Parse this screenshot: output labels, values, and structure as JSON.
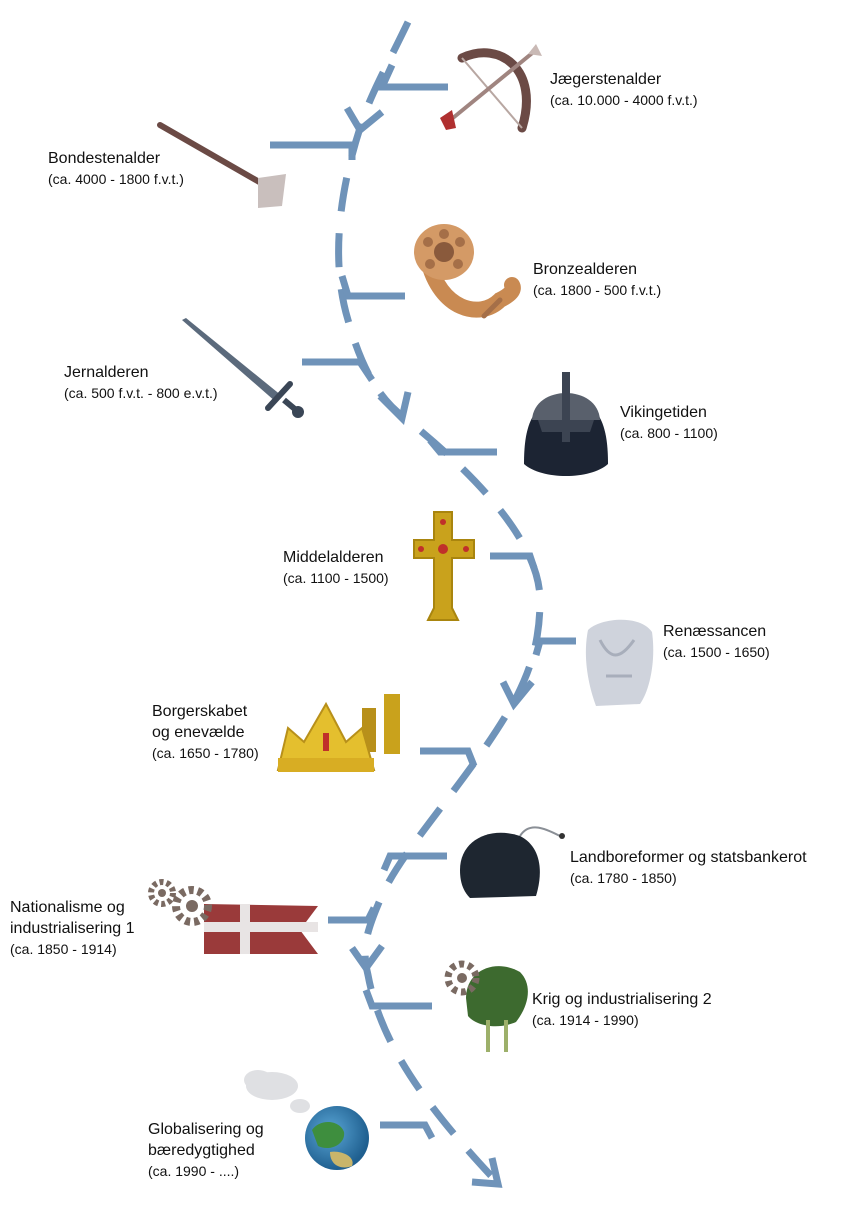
{
  "colors": {
    "path": "#6f93b9",
    "text": "#111111"
  },
  "periods": [
    {
      "id": "jaegerstenalder",
      "name": "Jægerstenalder",
      "dates": "(ca. 10.000 - 4000 f.v.t.)",
      "icon": "bow-and-arrow-icon"
    },
    {
      "id": "bondestenalder",
      "name": "Bondestenalder",
      "dates": "(ca. 4000 - 1800 f.v.t.)",
      "icon": "stone-adze-icon"
    },
    {
      "id": "bronzealderen",
      "name": "Bronzealderen",
      "dates": "(ca. 1800 - 500 f.v.t.)",
      "icon": "lur-horn-icon"
    },
    {
      "id": "jernalderen",
      "name": "Jernalderen",
      "dates": "(ca. 500 f.v.t. - 800 e.v.t.)",
      "icon": "sword-icon"
    },
    {
      "id": "vikingetiden",
      "name": "Vikingetiden",
      "dates": "(ca. 800 - 1100)",
      "icon": "viking-helmet-icon"
    },
    {
      "id": "middelalderen",
      "name": "Middelalderen",
      "dates": "(ca. 1100 - 1500)",
      "icon": "golden-cross-icon"
    },
    {
      "id": "renaessancen",
      "name": "Renæssancen",
      "dates": "(ca. 1500 - 1650)",
      "icon": "marble-torso-icon"
    },
    {
      "id": "borgerskabet",
      "name_line1": "Borgerskabet",
      "name_line2": "og enevælde",
      "dates": "(ca. 1650 - 1780)",
      "icon": "crown-and-coins-icon"
    },
    {
      "id": "landboreformer",
      "name": "Landboreformer og statsbankerot",
      "dates": "(ca. 1780 - 1850)",
      "icon": "empty-purse-icon"
    },
    {
      "id": "nationalisme",
      "name_line1": "Nationalisme og",
      "name_line2": "industrialisering 1",
      "dates": "(ca. 1850 - 1914)",
      "icon": "danish-flag-gears-icon"
    },
    {
      "id": "krig",
      "name": "Krig og industrialisering 2",
      "dates": "(ca. 1914 - 1990)",
      "icon": "army-helmet-gear-icon"
    },
    {
      "id": "globalisering",
      "name_line1": "Globalisering og",
      "name_line2": "bæredygtighed",
      "dates": "(ca. 1990 - ....)",
      "icon": "earth-smog-icon"
    }
  ]
}
